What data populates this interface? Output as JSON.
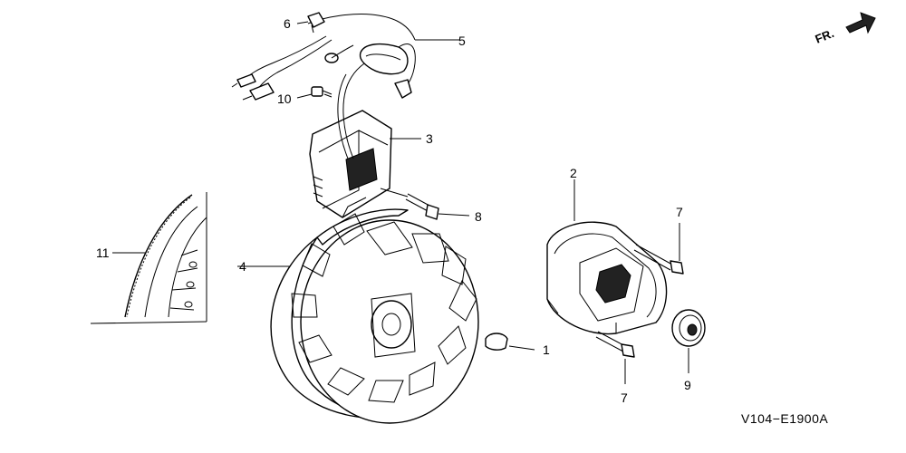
{
  "diagram_code": "V104−E1900A",
  "direction_label": "FR.",
  "callouts": {
    "c1": "1",
    "c2": "2",
    "c3": "3",
    "c4": "4",
    "c5": "5",
    "c6": "6",
    "c7a": "7",
    "c7b": "7",
    "c8": "8",
    "c9": "9",
    "c10": "10",
    "c11": "11"
  },
  "icons": {
    "direction": "front-direction-arrow-icon"
  }
}
